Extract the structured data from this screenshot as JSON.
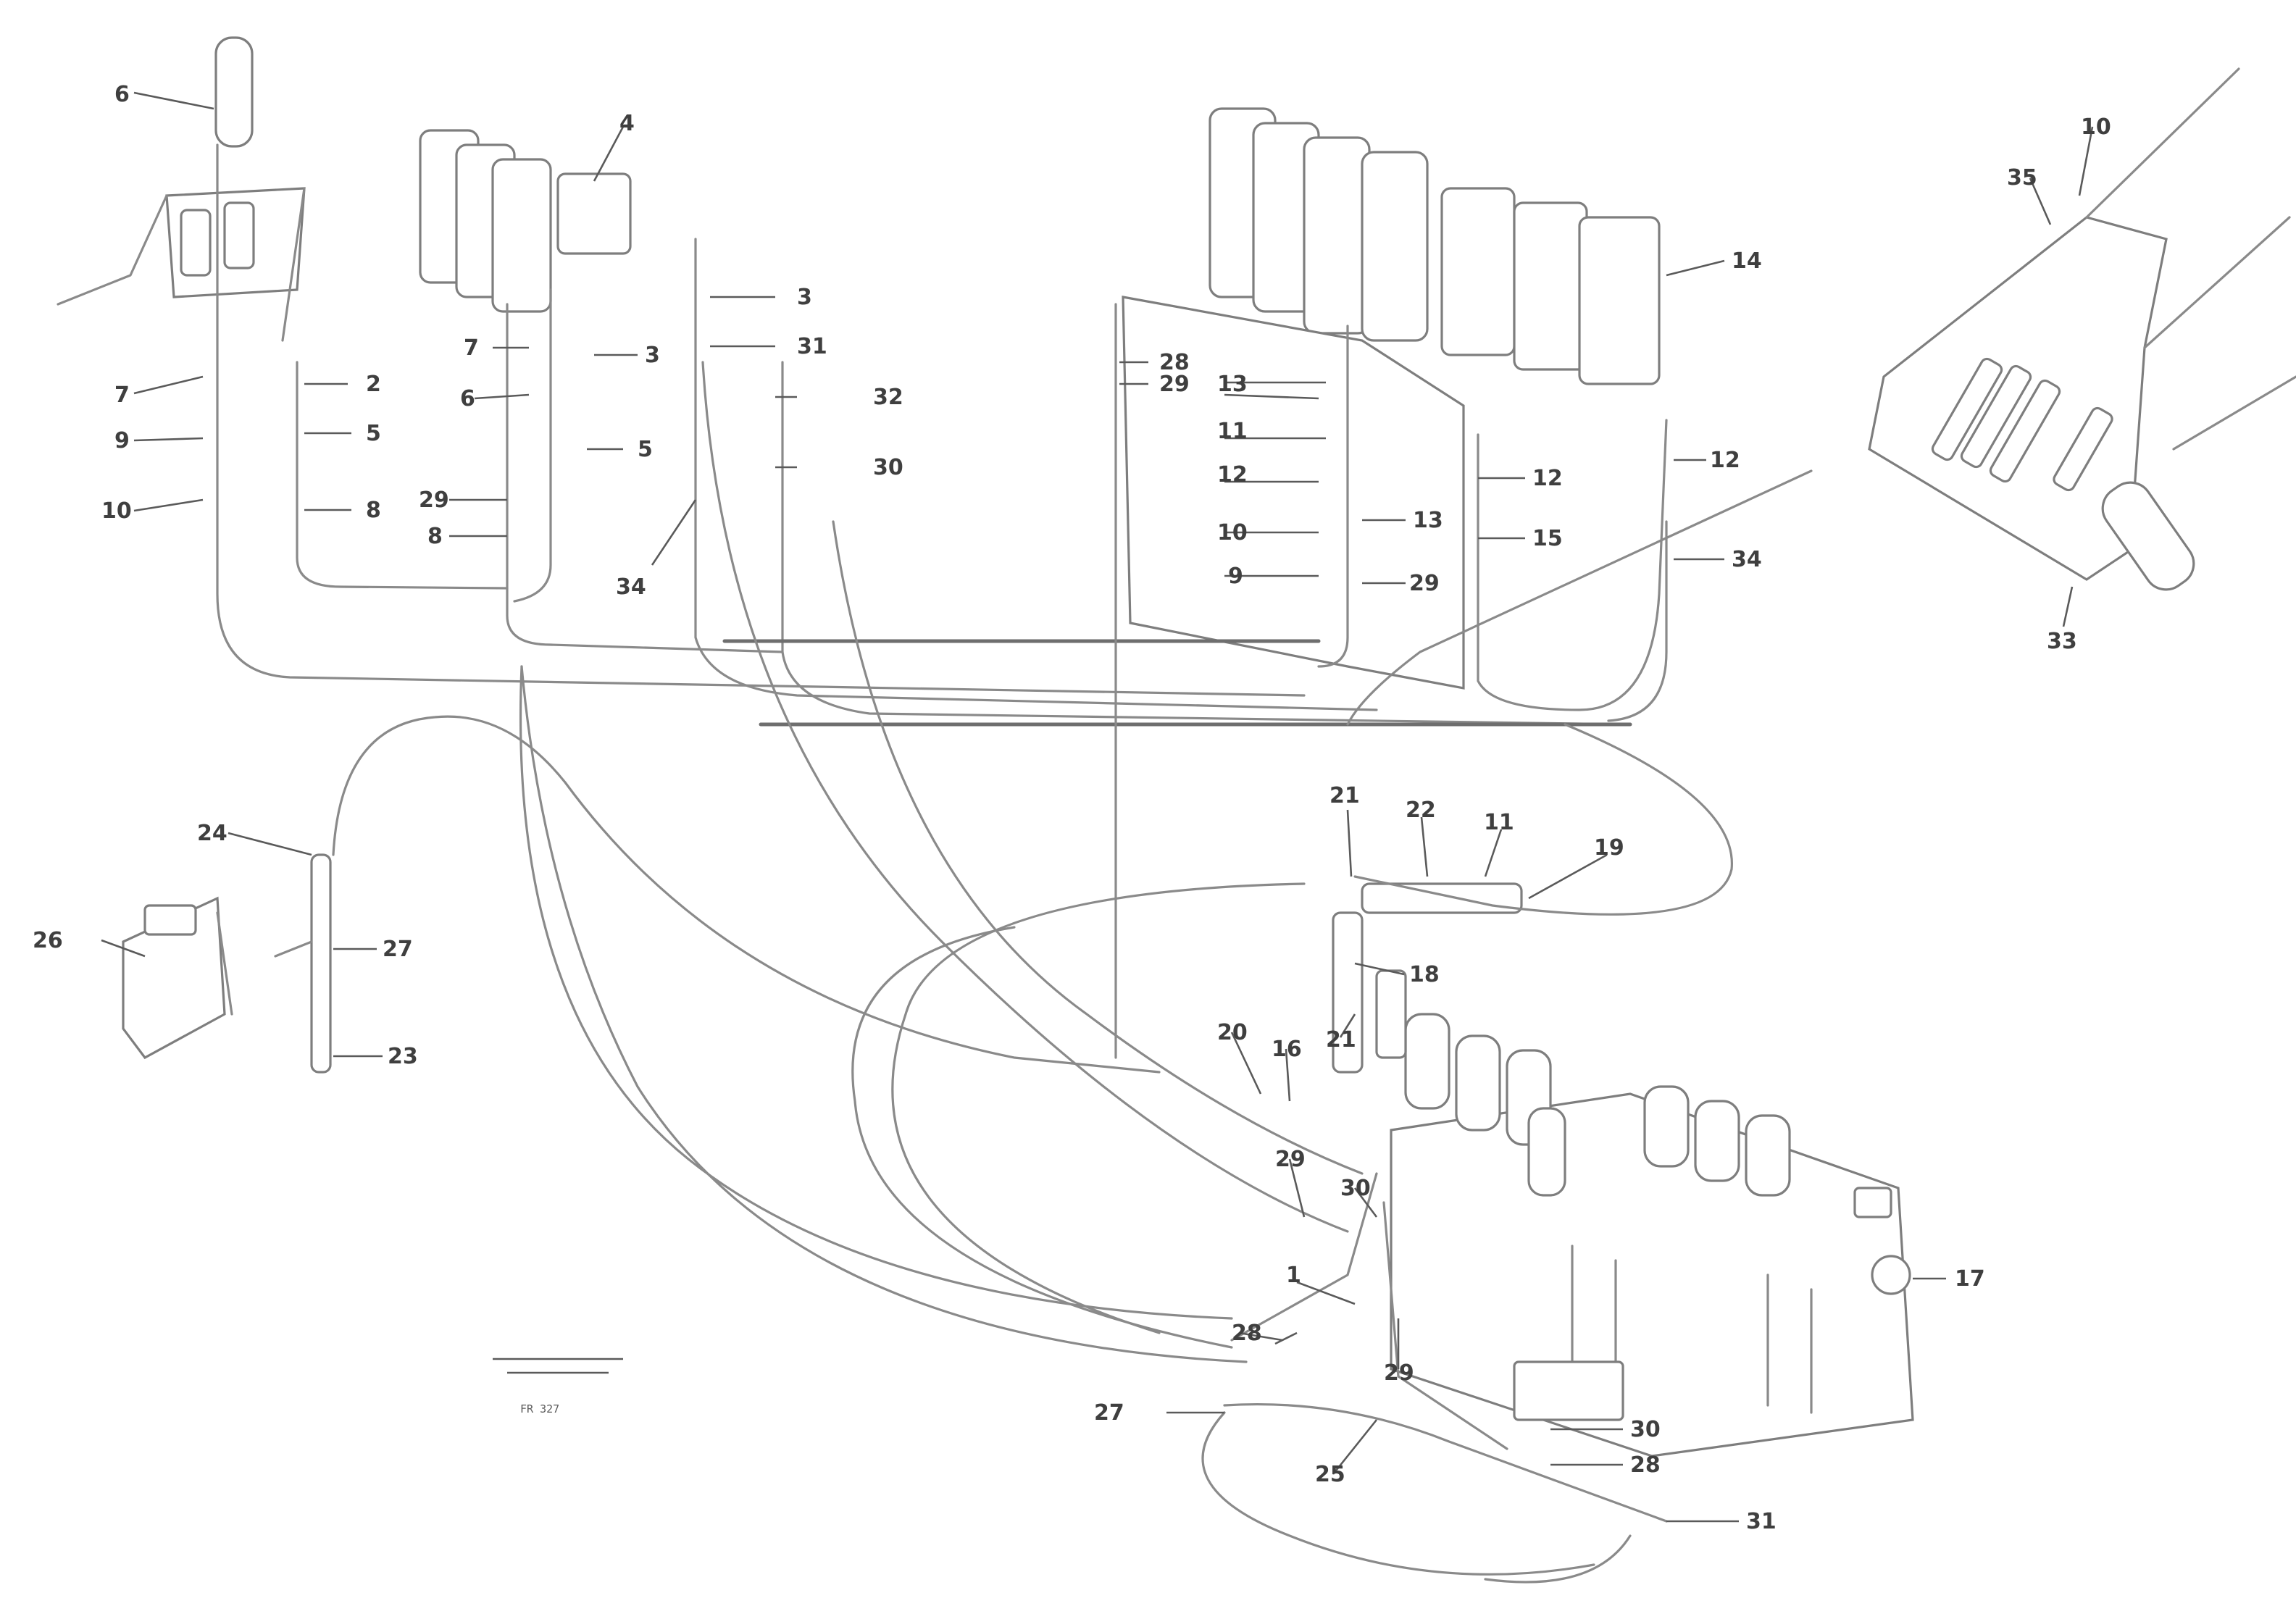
{
  "diagram": {
    "reference_code": "FR 327",
    "callout_labels": [
      "1",
      "2",
      "3",
      "4",
      "5",
      "6",
      "7",
      "8",
      "9",
      "10",
      "11",
      "12",
      "13",
      "14",
      "15",
      "16",
      "17",
      "18",
      "19",
      "20",
      "21",
      "22",
      "23",
      "24",
      "25",
      "26",
      "27",
      "28",
      "29",
      "30",
      "31",
      "32",
      "33",
      "34",
      "35"
    ]
  }
}
